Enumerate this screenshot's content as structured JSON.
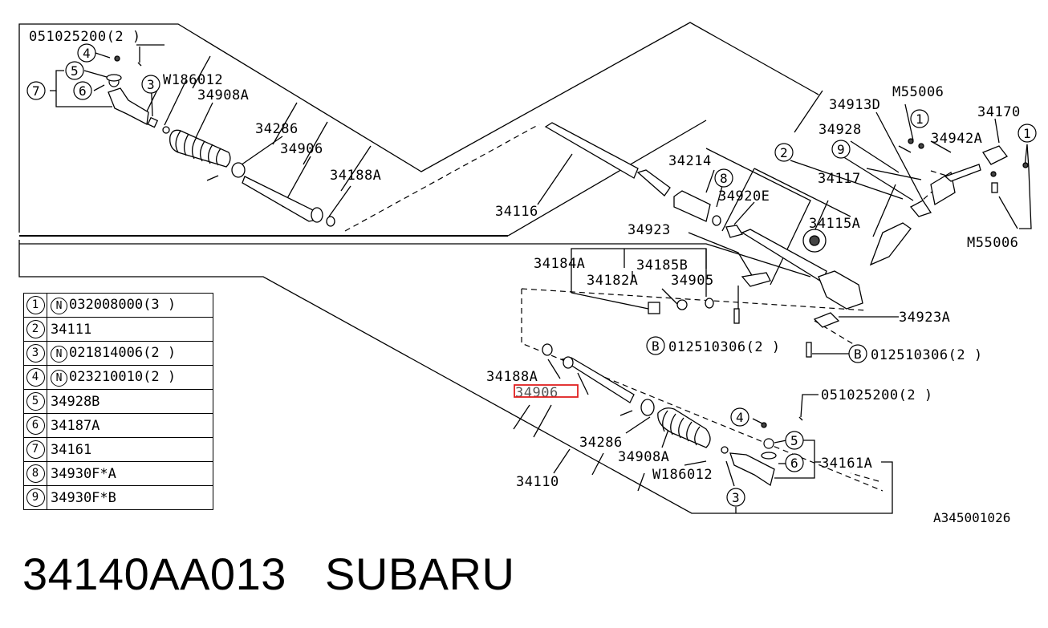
{
  "labels": {
    "bolt_top": "051025200(2 )",
    "w186012_top": "W186012",
    "boot_top": "34908A",
    "clip_top": "34286",
    "rod_top": "34906",
    "nut_top": "34188A",
    "pipe": "34116",
    "p34214": "34214",
    "p34920e": "34920E",
    "p34923": "34923",
    "p34184a": "34184A",
    "p34185b": "34185B",
    "p34182a": "34182A",
    "p34905": "34905",
    "bolt_b1": "012510306(2 )",
    "bolt_b2": "012510306(2 )",
    "p34923a": "34923A",
    "p34115a": "34115A",
    "p34117": "34117",
    "p34928": "34928",
    "p34913d": "34913D",
    "m55006_top": "M55006",
    "p34942a": "34942A",
    "p34170": "34170",
    "m55006_bot": "M55006",
    "nut_bot": "34188A",
    "rod_bot_highlight": "34906",
    "assembly": "34110",
    "clip_bot": "34286",
    "boot_bot": "34908A",
    "w186012_bot": "W186012",
    "bolt_bot": "051025200(2 )",
    "tie_end": "34161A"
  },
  "callouts": [
    "1",
    "2",
    "3",
    "4",
    "5",
    "6",
    "7",
    "8",
    "9"
  ],
  "b_marks": [
    "B",
    "B"
  ],
  "legend": [
    {
      "num": "1",
      "n_mark": true,
      "part": "032008000(3 )"
    },
    {
      "num": "2",
      "n_mark": false,
      "part": "34111"
    },
    {
      "num": "3",
      "n_mark": true,
      "part": "021814006(2 )"
    },
    {
      "num": "4",
      "n_mark": true,
      "part": "023210010(2 )"
    },
    {
      "num": "5",
      "n_mark": false,
      "part": "34928B"
    },
    {
      "num": "6",
      "n_mark": false,
      "part": "34187A"
    },
    {
      "num": "7",
      "n_mark": false,
      "part": "34161"
    },
    {
      "num": "8",
      "n_mark": false,
      "part": "34930F*A"
    },
    {
      "num": "9",
      "n_mark": false,
      "part": "34930F*B"
    }
  ],
  "n_symbol": "N",
  "diagram_code": "A345001026",
  "footer_title": "34140AA013   SUBARU",
  "highlight_color": "#e02020"
}
